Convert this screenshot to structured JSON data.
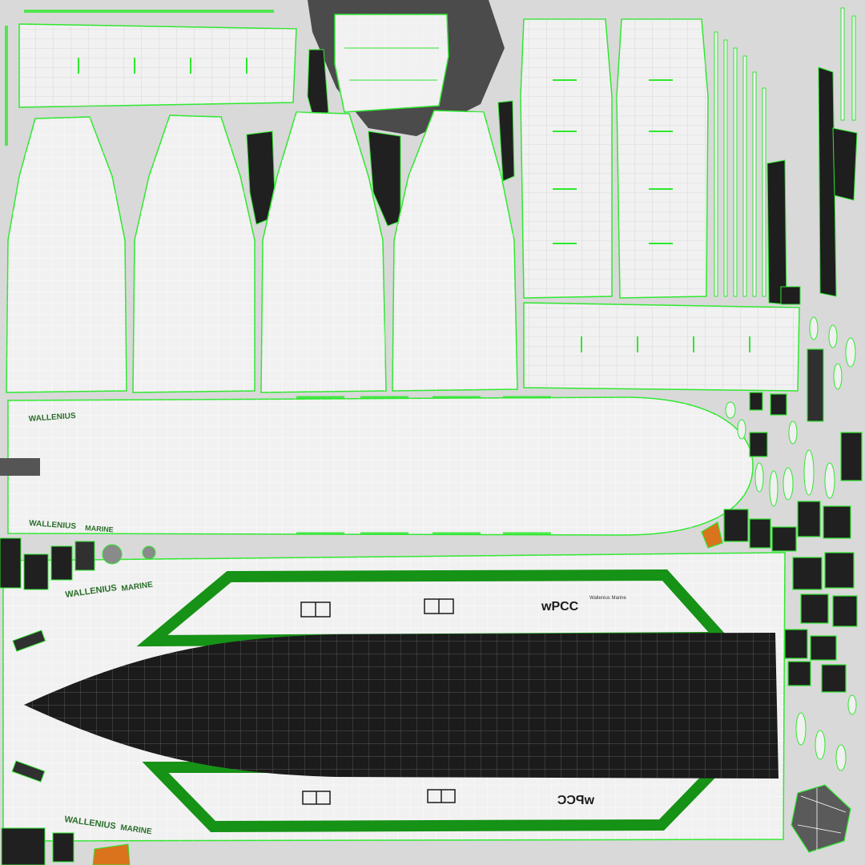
{
  "texture": {
    "background_color": "#d9d9d9",
    "island_fill": "#f1f1f1",
    "uv_edge_color": "#2ee82e",
    "wire_color": "#ffffff",
    "hull_bottom_color": "#1b1b1b",
    "stripe_color": "#169216",
    "dark_part_color": "#202020",
    "accent_orange": "#d9741c"
  },
  "labels": {
    "brand_line": "WALLENIUS",
    "brand_suffix": "MARINE",
    "wpcc": "wPCC",
    "wpcc_mirrored": "wPCC",
    "small_text": "Wallenius Marine"
  }
}
